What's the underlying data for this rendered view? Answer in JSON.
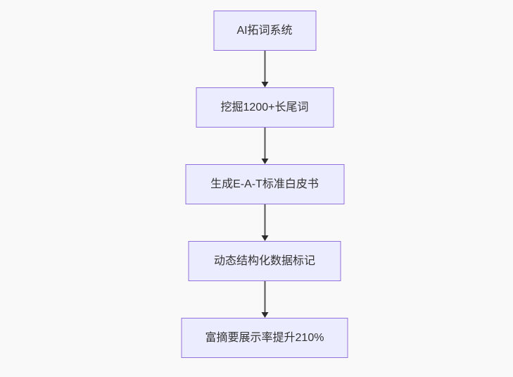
{
  "diagram": {
    "type": "flowchart",
    "direction": "top-down",
    "nodes": [
      {
        "id": "A",
        "label": "AI拓词系统"
      },
      {
        "id": "B",
        "label": "挖掘1200+长尾词"
      },
      {
        "id": "C",
        "label": "生成E-A-T标准白皮书"
      },
      {
        "id": "D",
        "label": "动态结构化数据标记"
      },
      {
        "id": "E",
        "label": "富摘要展示率提升210%"
      }
    ],
    "edges": [
      {
        "from": "A",
        "to": "B",
        "arrow": "down"
      },
      {
        "from": "B",
        "to": "C",
        "arrow": "down"
      },
      {
        "from": "C",
        "to": "D",
        "arrow": "down"
      },
      {
        "from": "D",
        "to": "E",
        "arrow": "down"
      }
    ],
    "colors": {
      "background": "#f9f9f9",
      "node_fill": "#ECECFF",
      "node_border": "#9370DB",
      "text": "#333333",
      "arrow_line": "#555555",
      "arrow_head": "#2b2b2b"
    }
  }
}
